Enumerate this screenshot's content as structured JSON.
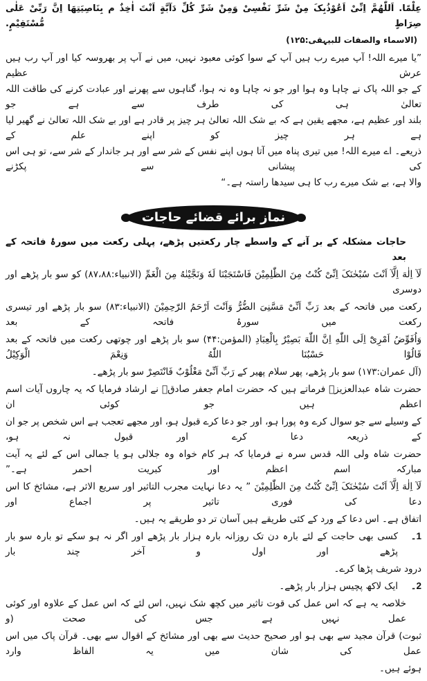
{
  "dua_arabic": "عِلْمًا. اَللّٰهُمَّ اِنِّیْ اَعُوْذُبِکَ مِنْ شَرِّ نَفْسِیْ وَمِنْ شَرِّ کُلِّ دَآبَّةٍ اَنْتَ اٰخِذٌ م بِنَاصِیَتِهَا اِنَّ رَبِّیْ عَلٰی صِرَاطٍ مُّسْتَقِیْمٍ.",
  "dua_ref": "(الاسماء والصفات للبیہقی:۱۲۵)",
  "translation_lines": [
    "”یا میرے اللہ! آپ میرے رب ہیں آپ کے سوا کوئی معبود نہیں، میں نے آپ پر بھروسہ کیا اور آپ رب ہیں عرش عظیم",
    "کے جو اللہ پاک نے چاہا وہ ہوا اور جو نہ چاہا وہ نہ ہوا، گناہوں سے پھرنے اور عبادت کرنے کی طاقت اللہ تعالیٰ ہی کی طرف سے ہے جو",
    "بلند اور عظیم ہے، مجھے یقین ہے کہ بے شک اللہ تعالیٰ ہر چیز پر قادر ہے اور بے شک اللہ تعالیٰ نے گھیر لیا ہے ہر چیز کو اپنے علم کے",
    "ذریعے۔ اے میرے اللہ! میں تیری پناہ میں آتا ہوں اپنے نفس کے شر سے اور ہر جاندار کے شر سے، تو ہی اس کی پیشانی سے پکڑنے",
    "والا ہے، بے شک میرے رب کا ہی سیدھا راستہ ہے۔“"
  ],
  "section_title": "نماز برائے قضائے حاجات",
  "body_lines": [
    "حاجات مشکلہ کے بر آنے کے واسطے چار رکعتیں پڑھے، پہلی رکعت میں سورۂ فاتحہ کے بعد",
    "لَآ اِلٰهَ اِلَّآ اَنْتَ سُبْحٰنَکَ اِنِّیْ کُنْتُ مِنَ الظّٰلِمِیْنَ فَاسْتَجَبْنَا لَهٗ وَنَجَّیْنٰهُ مِنَ الْغَمِّ (الانبیاء:۸۷،۸۸) کو سو بار پڑھے اور دوسری",
    "رکعت میں فاتحہ کے بعد رَبِّ اَنِّیْ مَسَّنِیَ الضُّرُّ وَاَنْتَ اَرْحَمُ الرّٰحِمِیْنَ (الانبیاء:۸۳) سو بار پڑھے اور تیسری رکعت میں سورۂ فاتحہ کے بعد",
    "وَاُفَوِّضُ اَمْرِیْٓ اِلَی اللّٰهِ اِنَّ اللّٰهَ بَصِیْرٌ بِالْعِبَادِ (المؤمن:۴۴) سو بار پڑھے اور چوتھی رکعت میں فاتحہ کے بعد قَالُوْا حَسْبُنَا اللّٰهُ وَنِعْمَ الْوَکِیْلُ",
    "(آل عمران:۱۷۳) سو بار پڑھے، پھر سلام پھیر کے رَبِّ اَنِّیْ مَغْلُوْبٌ فَانْتَصِرْ سو بار پڑھے۔",
    "حضرت شاہ عبدالعزیزؒ فرماتے ہیں کہ حضرت امام جعفر صادقؒ نے ارشاد فرمایا کہ یہ چاروں آیات اسم اعظم ہیں جو کوئی ان",
    "کے وسیلے سے جو سوال کرے وہ پورا ہو، اور جو دعا کرے قبول ہو، اور مجھے تعجب ہے اس شخص پر جو ان کے ذریعہ دعا کرے اور قبول نہ ہو،",
    "حضرت شاہ ولی اللہ قدس سرہ نے فرمایا کہ ہر کام خواہ وہ جلالی ہو یا جمالی اس کے لئے یہ آیت مبارکہ اسم اعظم اور کبریت احمر ہے۔”",
    "لَآ اِلٰهَ اِلَّآ اَنْتَ سُبْحٰنَکَ اِنِّیْ کُنْتُ مِنَ الظّٰلِمِیْنَ ” یہ دعا نہایت مجرب التاثیر اور سریع الاثر ہے، مشائخ کا اس دعا کی فوری تاثیر پر اجماع اور",
    "اتفاق ہے۔ اس دعا کے ورد کے کئی طریقے ہیں آسان تر دو طریقے یہ ہیں۔"
  ],
  "list": [
    {
      "num": "1۔",
      "line1": "کسی بھی حاجت کے لئے بارہ دن تک روزانہ بارہ ہزار بار پڑھے اور اگر نہ ہو سکے تو بارہ سو بار پڑھے اور اول و آخر چند بار",
      "line2": "درود شریف پڑھا کرے۔"
    },
    {
      "num": "2۔",
      "line1": "ایک لاکھ پچیس ہزار بار پڑھے۔"
    }
  ],
  "closing_lines": [
    "خلاصہ یہ ہے کہ اس عمل کی قوت تاثیر میں کچھ شک نہیں، اس لئے کہ اس عمل کے علاوہ اور کوئی عمل نہیں ہے جس کی صحت (و",
    "ثبوت) قرآن مجید سے بھی ہو اور صحیح حدیث سے بھی اور مشائخ کے اقوال سے بھی۔ قرآن پاک میں اس عمل کی شان میں یہ الفاظ وارد",
    "ہوئے ہیں۔"
  ]
}
